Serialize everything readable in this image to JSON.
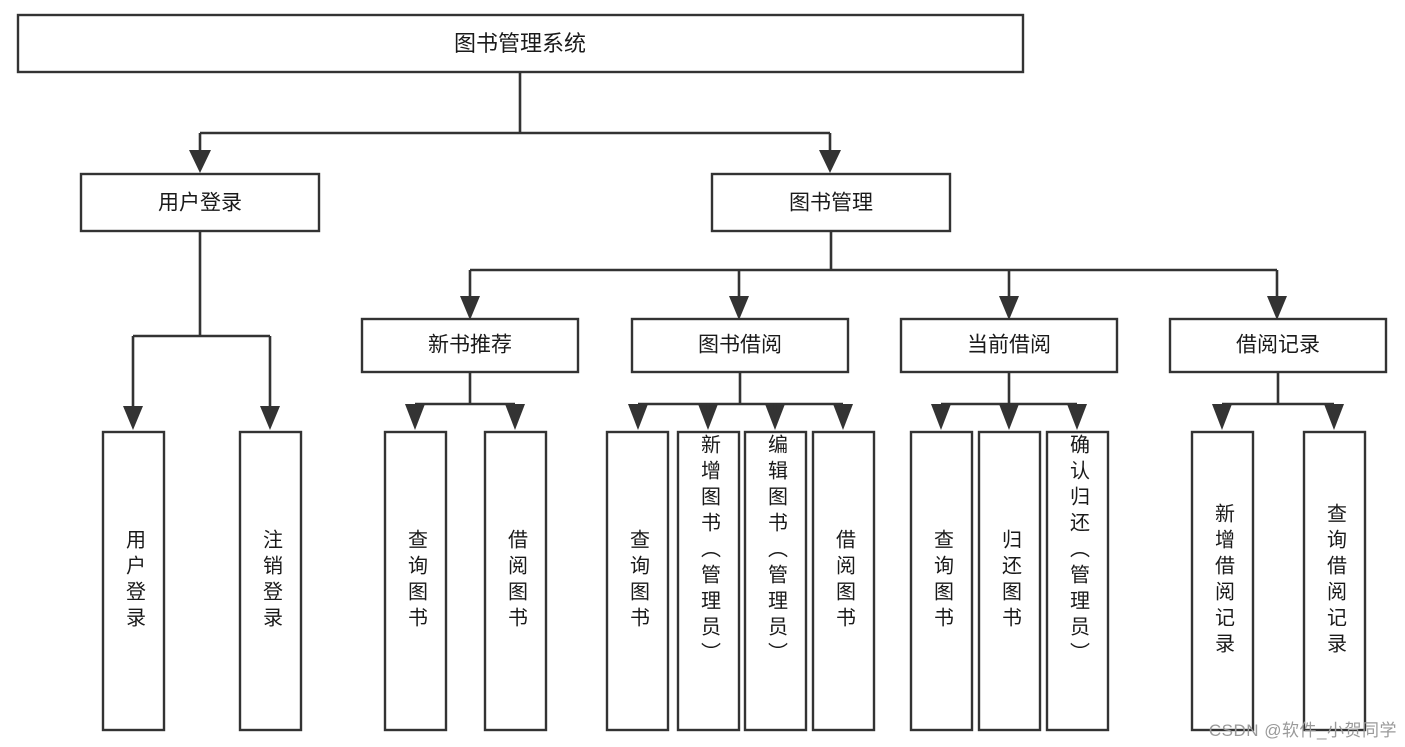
{
  "diagram": {
    "type": "tree-hierarchy",
    "title": "图书管理系统",
    "watermark": "CSDN @软件_小贺同学",
    "colors": {
      "background": "#ffffff",
      "box_fill": "#ffffff",
      "box_stroke": "#333333",
      "connector": "#333333",
      "text": "#1a1a1a",
      "watermark": "#9a9a9a"
    },
    "root": {
      "label": "图书管理系统"
    },
    "level2": [
      {
        "label": "用户登录"
      },
      {
        "label": "图书管理"
      }
    ],
    "level3": [
      {
        "label": "新书推荐"
      },
      {
        "label": "图书借阅"
      },
      {
        "label": "当前借阅"
      },
      {
        "label": "借阅记录"
      }
    ],
    "leaves": {
      "user_login": [
        {
          "label": "用户登录"
        },
        {
          "label": "注销登录"
        }
      ],
      "new_book_recommend": [
        {
          "label": "查询图书"
        },
        {
          "label": "借阅图书"
        }
      ],
      "book_borrow": [
        {
          "label": "查询图书"
        },
        {
          "label": "新增图书（管理员）"
        },
        {
          "label": "编辑图书（管理员）"
        },
        {
          "label": "借阅图书"
        }
      ],
      "current_borrow": [
        {
          "label": "查询图书"
        },
        {
          "label": "归还图书"
        },
        {
          "label": "确认归还（管理员）"
        }
      ],
      "borrow_record": [
        {
          "label": "新增借阅记录"
        },
        {
          "label": "查询借阅记录"
        }
      ]
    }
  }
}
